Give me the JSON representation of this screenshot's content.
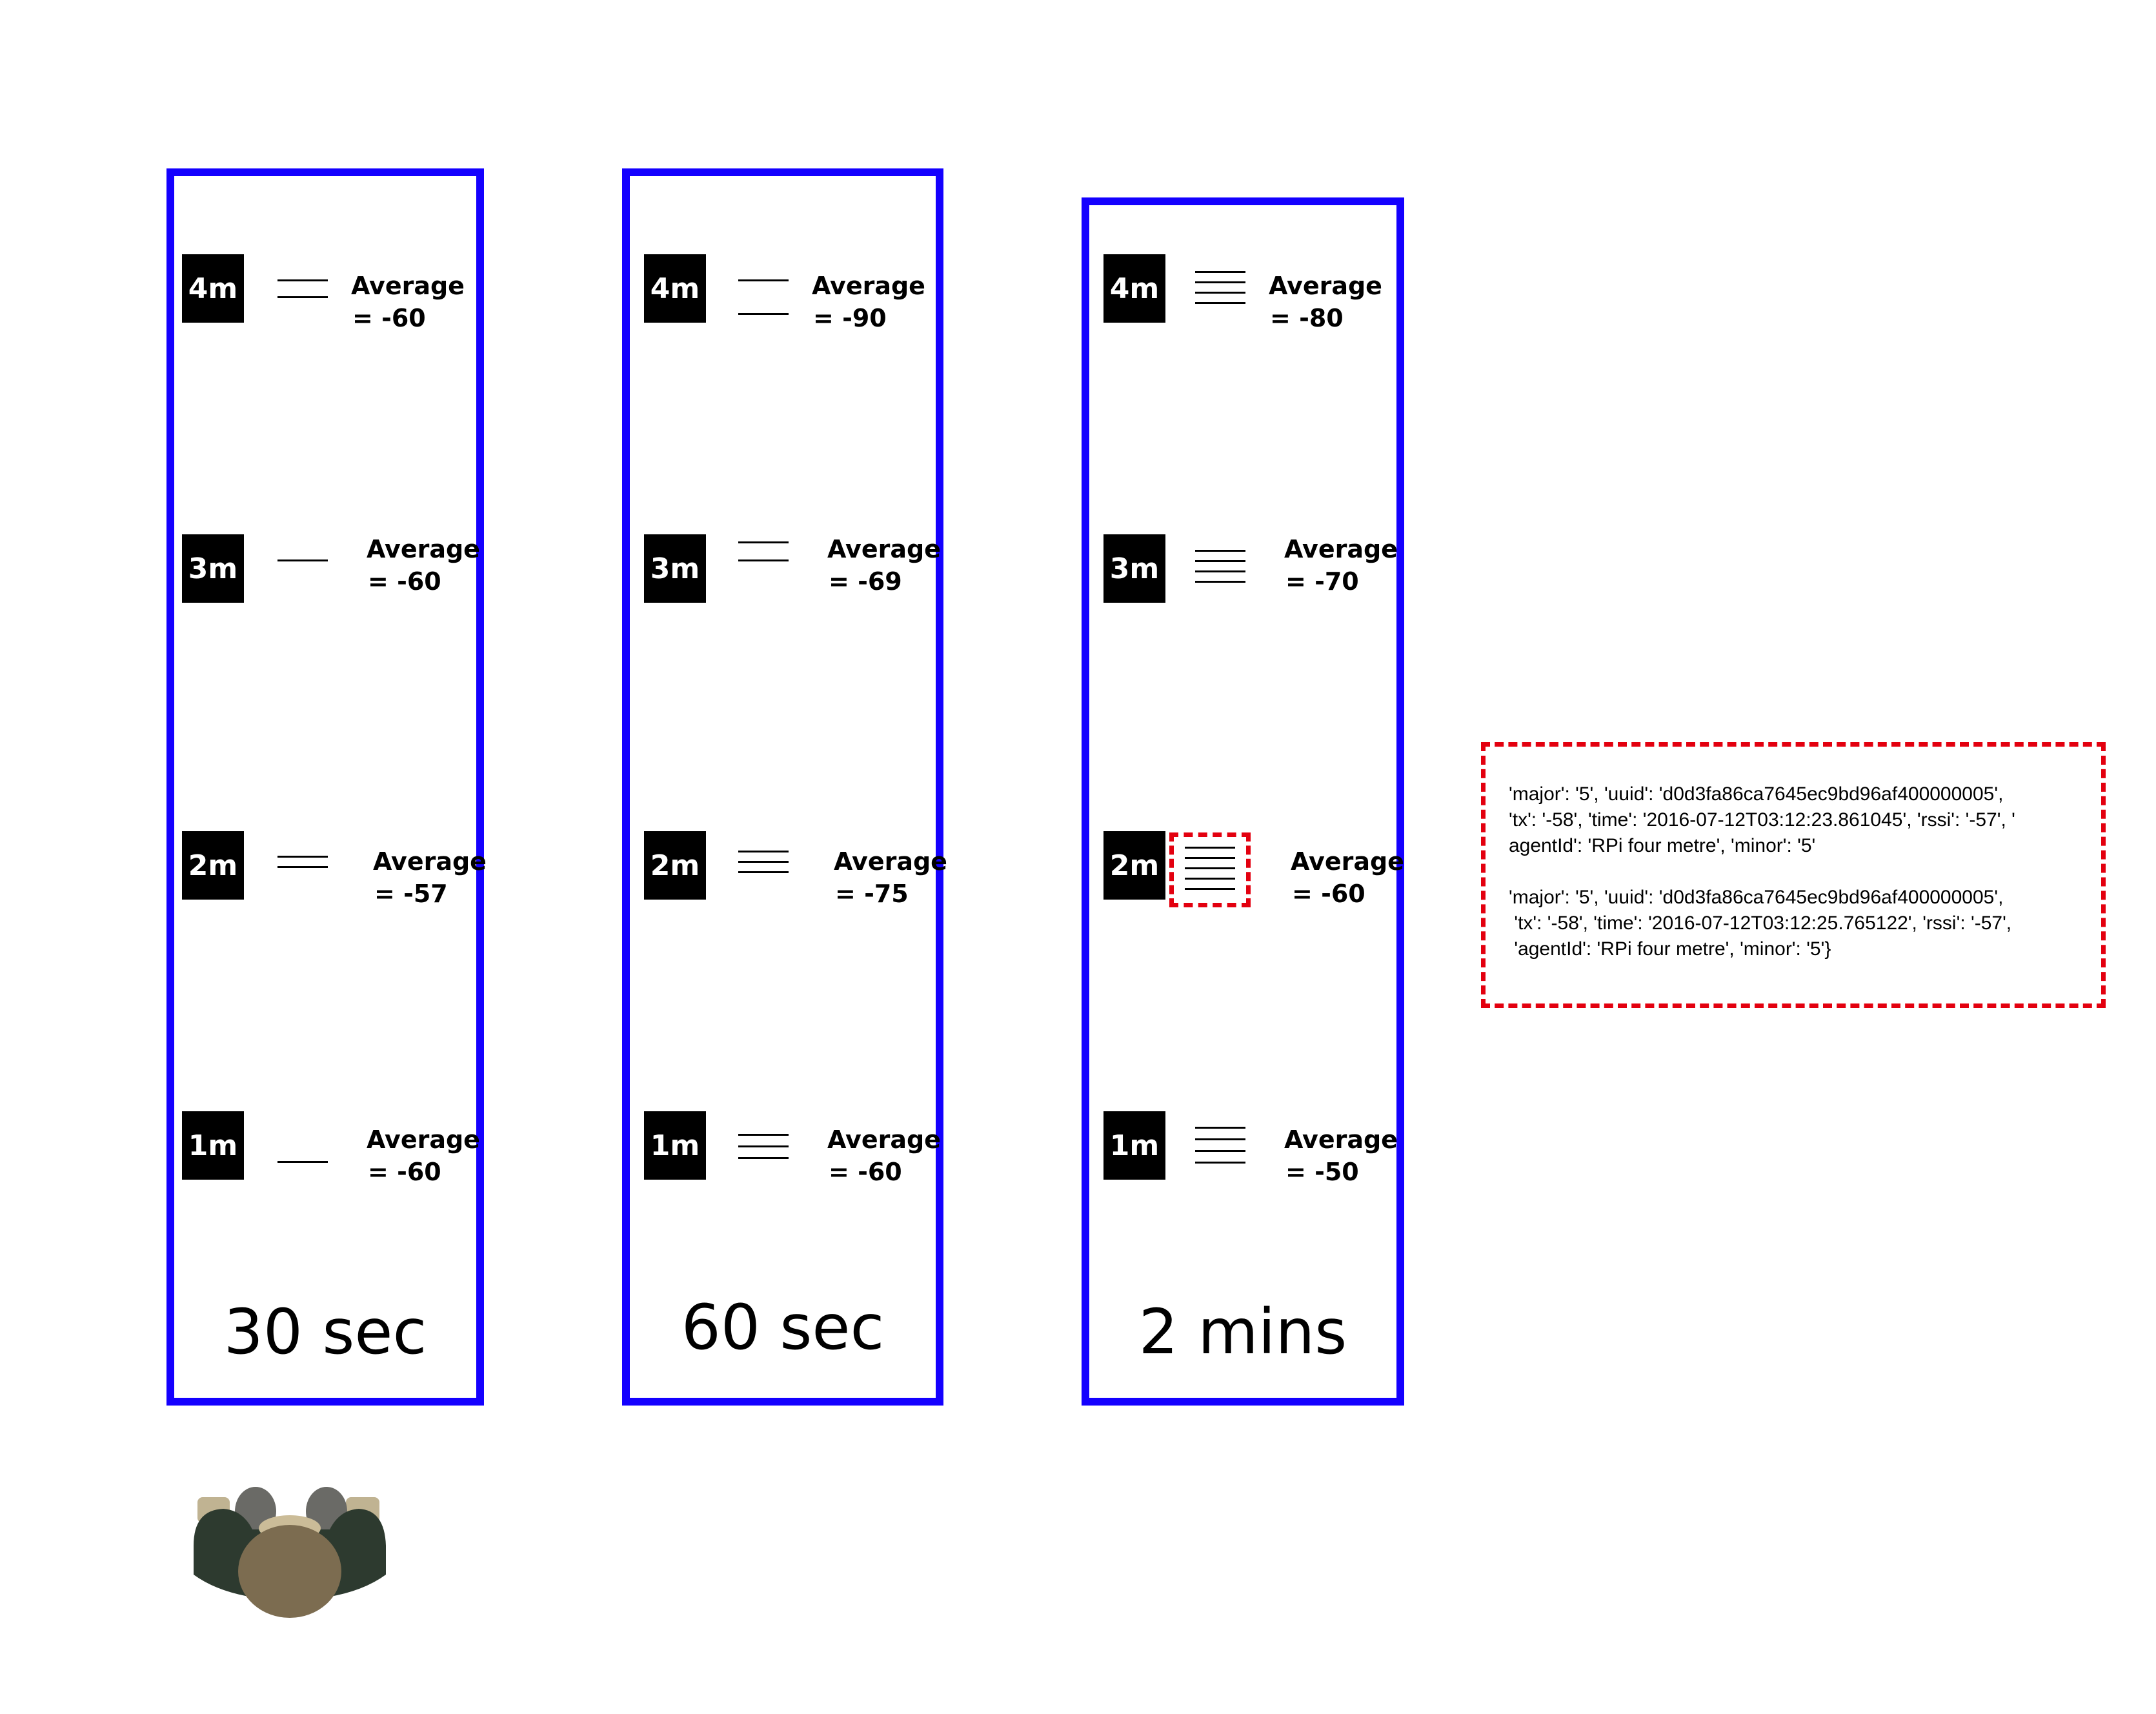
{
  "panels": [
    {
      "title": "30 sec",
      "rows": [
        {
          "distance": "4m",
          "ticks": 2,
          "average_label": "Average",
          "average_value": "= -60"
        },
        {
          "distance": "3m",
          "ticks": 1,
          "average_label": "Average",
          "average_value": "= -60"
        },
        {
          "distance": "2m",
          "ticks": 2,
          "average_label": "Average",
          "average_value": "= -57"
        },
        {
          "distance": "1m",
          "ticks": 1,
          "average_label": "Average",
          "average_value": "= -60"
        }
      ]
    },
    {
      "title": "60 sec",
      "rows": [
        {
          "distance": "4m",
          "ticks": 2,
          "average_label": "Average",
          "average_value": "= -90"
        },
        {
          "distance": "3m",
          "ticks": 2,
          "average_label": "Average",
          "average_value": "= -69"
        },
        {
          "distance": "2m",
          "ticks": 3,
          "average_label": "Average",
          "average_value": "= -75"
        },
        {
          "distance": "1m",
          "ticks": 3,
          "average_label": "Average",
          "average_value": "= -60"
        }
      ]
    },
    {
      "title": "2 mins",
      "rows": [
        {
          "distance": "4m",
          "ticks": 4,
          "average_label": "Average",
          "average_value": "= -80"
        },
        {
          "distance": "3m",
          "ticks": 4,
          "average_label": "Average",
          "average_value": "= -70"
        },
        {
          "distance": "2m",
          "ticks": 5,
          "average_label": "Average",
          "average_value": "= -60",
          "highlighted": true
        },
        {
          "distance": "1m",
          "ticks": 4,
          "average_label": "Average",
          "average_value": "= -50"
        }
      ]
    }
  ],
  "json_sample": {
    "record1": [
      "'major': '5', 'uuid': 'd0d3fa86ca7645ec9bd96af400000005',",
      "'tx': '-58', 'time': '2016-07-12T03:12:23.861045', 'rssi': '-57', '",
      "agentId': 'RPi four metre', 'minor': '5'"
    ],
    "record2": [
      "'major': '5', 'uuid': 'd0d3fa86ca7645ec9bd96af400000005',",
      " 'tx': '-58', 'time': '2016-07-12T03:12:25.765122', 'rssi': '-57',",
      " 'agentId': 'RPi four metre', 'minor': '5'}"
    ]
  },
  "colors": {
    "panel_border": "#1400ff",
    "highlight": "#e3000f",
    "badge": "#000000"
  },
  "icons": {
    "figure": "person-top-view-icon"
  }
}
